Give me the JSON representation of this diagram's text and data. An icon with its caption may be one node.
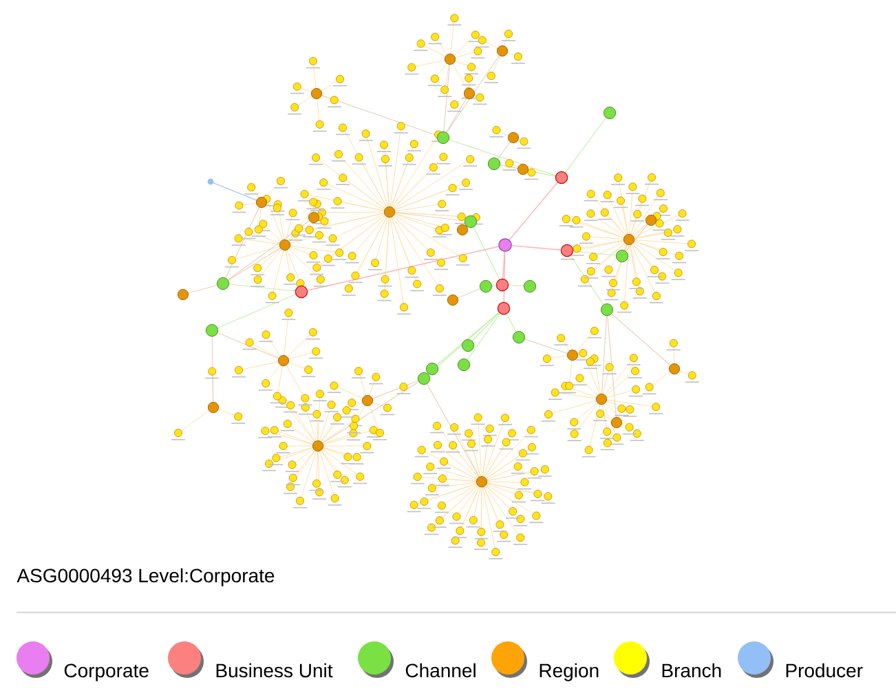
{
  "diagram": {
    "labels": [
      "ASG0000493 Level:Corporate"
    ],
    "legend": [
      {
        "text": "Corporate",
        "color": "#e97ef0"
      },
      {
        "text": "Business Unit",
        "color": "#fc8080"
      },
      {
        "text": "Channel",
        "color": "#7ae043"
      },
      {
        "text": "Region",
        "color": "#ffa408"
      },
      {
        "text": "Branch",
        "color": "#ffff00"
      },
      {
        "text": "Producer",
        "color": "#93bff7"
      }
    ]
  }
}
